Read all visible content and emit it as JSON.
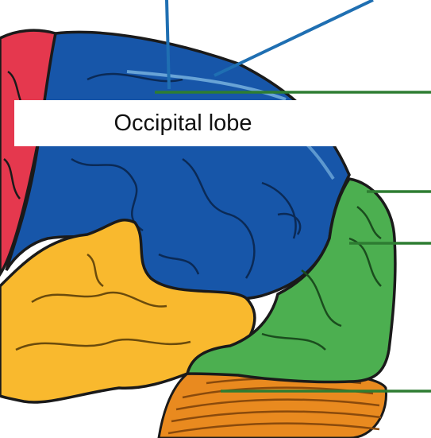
{
  "diagram": {
    "label": "Occipital lobe",
    "regions": [
      {
        "name": "frontal-region",
        "color": "#e5384e"
      },
      {
        "name": "parietal-region",
        "color": "#1756a9"
      },
      {
        "name": "temporal-region",
        "color": "#f9b92e"
      },
      {
        "name": "occipital-region",
        "color": "#4caf50"
      },
      {
        "name": "cerebellum-region",
        "color": "#e98a1f"
      }
    ],
    "leader_colors": {
      "blue": "#1f6fb2",
      "green": "#2e7d32"
    }
  }
}
